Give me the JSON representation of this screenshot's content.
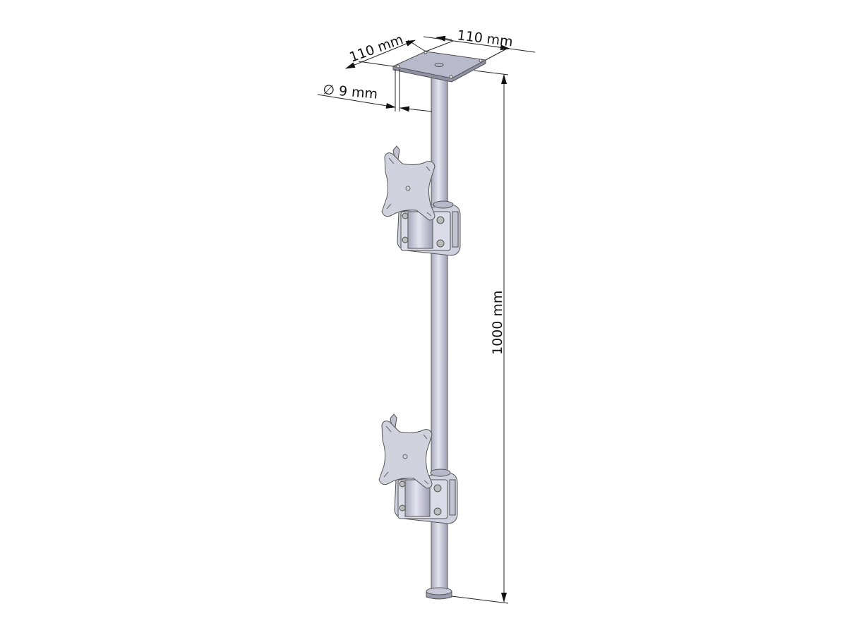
{
  "dimensions": {
    "plate_depth": "110 mm",
    "plate_width": "110 mm",
    "hole_diameter": "∅ 9 mm",
    "height": "1000 mm"
  },
  "colors": {
    "metal": "#d3d3e2",
    "metal_dark": "#a9a9bd",
    "line": "#222222"
  }
}
